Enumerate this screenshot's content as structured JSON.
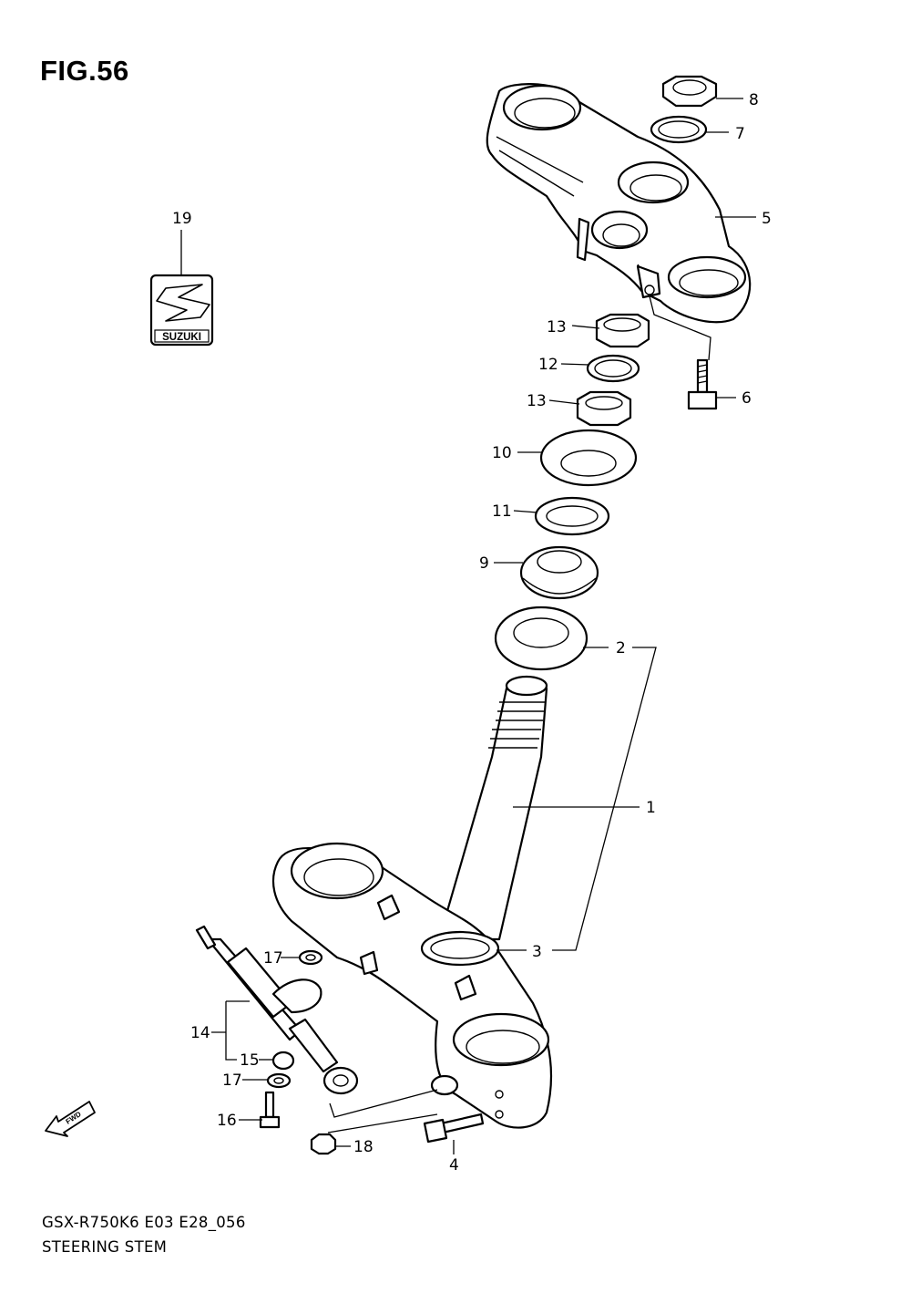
{
  "figure": {
    "title": "FIG.56",
    "footer_code": "GSX-R750K6 E03 E28_056",
    "footer_name": "STEERING STEM"
  },
  "emblem": {
    "text": "SUZUKI",
    "icon": "suzuki-s-logo-icon"
  },
  "direction": {
    "label": "FWD",
    "icon": "forward-arrow-icon"
  },
  "callouts": [
    {
      "num": "1"
    },
    {
      "num": "2"
    },
    {
      "num": "3"
    },
    {
      "num": "4"
    },
    {
      "num": "5"
    },
    {
      "num": "6"
    },
    {
      "num": "7"
    },
    {
      "num": "8"
    },
    {
      "num": "9"
    },
    {
      "num": "10"
    },
    {
      "num": "11"
    },
    {
      "num": "12"
    },
    {
      "num": "13"
    },
    {
      "num": "13"
    },
    {
      "num": "14"
    },
    {
      "num": "15"
    },
    {
      "num": "16"
    },
    {
      "num": "17"
    },
    {
      "num": "17"
    },
    {
      "num": "18"
    },
    {
      "num": "19"
    }
  ]
}
